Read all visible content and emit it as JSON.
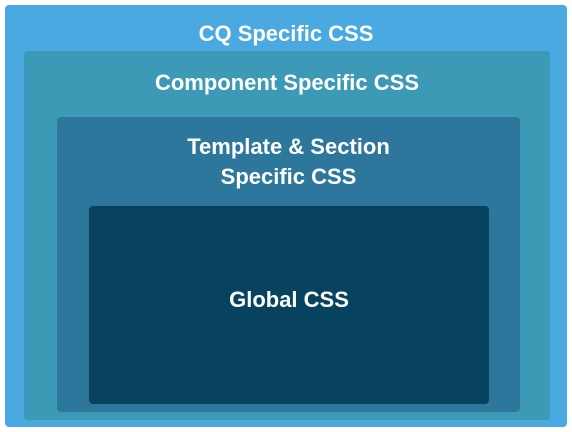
{
  "diagram": {
    "layers": [
      {
        "id": "cq",
        "label": "CQ Specific CSS",
        "color": "#4aa9e0"
      },
      {
        "id": "component",
        "label": "Component Specific CSS",
        "color": "#3d9ab6"
      },
      {
        "id": "template",
        "label_line1": "Template & Section",
        "label_line2": "Specific CSS",
        "color": "#2e779c"
      },
      {
        "id": "global",
        "label": "Global CSS",
        "color": "#07435f"
      }
    ]
  }
}
